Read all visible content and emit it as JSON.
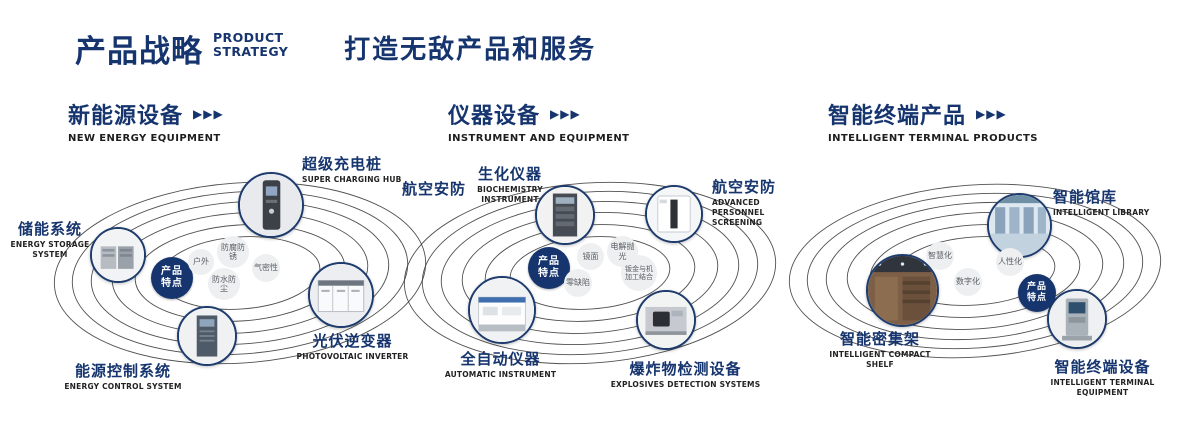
{
  "header": {
    "title_cn": "产品战略",
    "subtitle_line1": "PRODUCT",
    "subtitle_line2": "STRATEGY",
    "slogan": "打造无敌产品和服务"
  },
  "icons": {
    "arrows": "▶▶▶"
  },
  "badge": {
    "line1": "产品",
    "line2": "特点"
  },
  "colors": {
    "navy": "#16356e",
    "orbit": "#3d3d3d",
    "bubble_bg": "#edeff0"
  },
  "sections": [
    {
      "title_cn": "新能源设备",
      "title_en": "NEW ENERGY EQUIPMENT",
      "products": [
        {
          "cn": "储能系统",
          "en": "ENERGY STORAGE SYSTEM"
        },
        {
          "cn": "超级充电桩",
          "en": "SUPER CHARGING HUB"
        },
        {
          "cn": "光伏逆变器",
          "en": "PHOTOVOLTAIC INVERTER"
        },
        {
          "cn": "能源控制系统",
          "en": "ENERGY CONTROL SYSTEM"
        }
      ],
      "features": [
        "户外",
        "防腐防锈",
        "气密性",
        "防水防尘"
      ]
    },
    {
      "title_cn": "仪器设备",
      "title_en": "INSTRUMENT AND EQUIPMENT",
      "aux_label": "航空安防",
      "products": [
        {
          "cn": "生化仪器",
          "en": "BIOCHEMISTRY INSTRUMENT"
        },
        {
          "cn": "航空安防",
          "en": "ADVANCED PERSONNEL SCREENING"
        },
        {
          "cn": "全自动仪器",
          "en": "AUTOMATIC INSTRUMENT"
        },
        {
          "cn": "爆炸物检测设备",
          "en": "EXPLOSIVES DETECTION SYSTEMS"
        }
      ],
      "features": [
        "镜面",
        "电解抛光",
        "零缺陷",
        "钣金与机加工结合"
      ]
    },
    {
      "title_cn": "智能终端产品",
      "title_en": "INTELLIGENT TERMINAL PRODUCTS",
      "products": [
        {
          "cn": "智能馆库",
          "en": "INTELLIGENT LIBRARY"
        },
        {
          "cn": "智能密集架",
          "en": "INTELLIGENT COMPACT SHELF"
        },
        {
          "cn": "智能终端设备",
          "en": "INTELLIGENT TERMINAL EQUIPMENT"
        }
      ],
      "features": [
        "智慧化",
        "人性化",
        "数字化"
      ]
    }
  ]
}
